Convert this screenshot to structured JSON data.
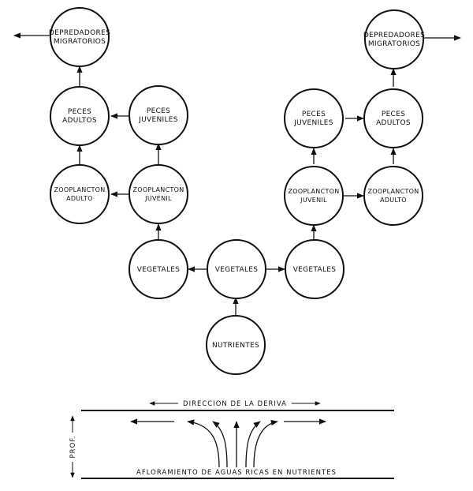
{
  "nodes": {
    "depredadores_left": [
      "DEPREDADORES",
      "MIGRATORIOS"
    ],
    "depredadores_right": [
      "DEPREDADORES",
      "MIGRATORIOS"
    ],
    "peces_adultos_left": [
      "PECES",
      "ADULTOS"
    ],
    "peces_juveniles_left": [
      "PECES",
      "JUVENILES"
    ],
    "peces_juveniles_right": [
      "PECES",
      "JUVENILES"
    ],
    "peces_adultos_right": [
      "PECES",
      "ADULTOS"
    ],
    "zoo_adulto_left": [
      "ZOOPLANCTON",
      "ADULTO"
    ],
    "zoo_juvenil_left": [
      "ZOOPLANCTON",
      "JUVENIL"
    ],
    "zoo_juvenil_right": [
      "ZOOPLANCTON",
      "JUVENIL"
    ],
    "zoo_adulto_right": [
      "ZOOPLANCTON",
      "ADULTO"
    ],
    "vegetales_left": [
      "VEGETALES"
    ],
    "vegetales_center": [
      "VEGETALES"
    ],
    "vegetales_right": [
      "VEGETALES"
    ],
    "nutrientes": [
      "NUTRIENTES"
    ]
  },
  "section": {
    "drift_label": "DIRECCION DE LA DERIVA",
    "depth_label": "PROF.",
    "upwelling_label": "AFLORAMIENTO DE AGUAS RICAS EN NUTRIENTES"
  }
}
